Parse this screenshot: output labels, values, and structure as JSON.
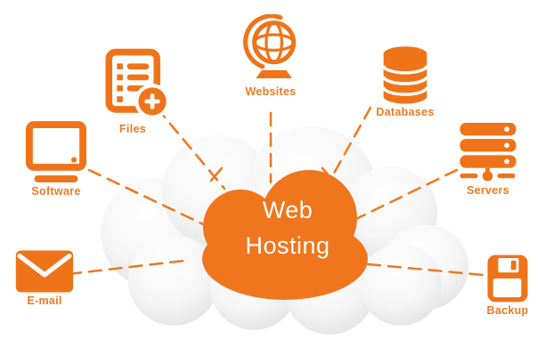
{
  "diagram": {
    "title": "Web Hosting",
    "center": {
      "line1": "Web",
      "line2": "Hosting"
    }
  },
  "colors": {
    "accent_orange": "#ef7419",
    "line_orange": "#f0771e",
    "label_orange": "#ee7a23",
    "cloud_shade": "#e3e3e3",
    "cloud_highlight": "#ffffff"
  },
  "nodes": {
    "software": {
      "label": "Software",
      "icon": "monitor-icon"
    },
    "files": {
      "label": "Files",
      "icon": "document-add-icon"
    },
    "websites": {
      "label": "Websites",
      "icon": "globe-icon"
    },
    "databases": {
      "label": "Databases",
      "icon": "database-stack-icon"
    },
    "servers": {
      "label": "Servers",
      "icon": "server-rack-icon"
    },
    "backup": {
      "label": "Backup",
      "icon": "floppy-disk-icon"
    },
    "email": {
      "label": "E-mail",
      "icon": "envelope-icon"
    }
  }
}
